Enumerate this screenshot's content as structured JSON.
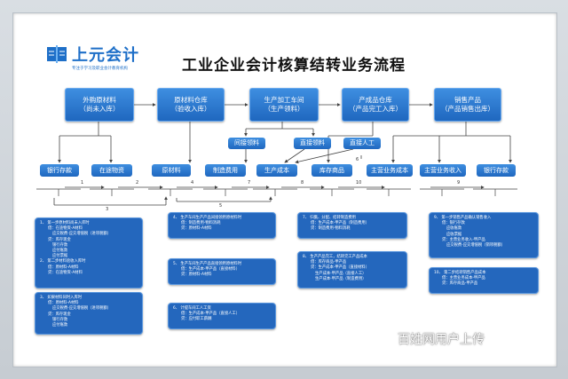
{
  "logo": {
    "name": "上元会计",
    "tagline": "专注于学习及职业会计教育机构"
  },
  "title": "工业企业会计核算结转业务流程",
  "top_boxes": [
    {
      "line1": "外购原材料",
      "line2": "（尚未入库）"
    },
    {
      "line1": "原材料仓库",
      "line2": "（验收入库）"
    },
    {
      "line1": "生产加工车间",
      "line2": "（生产领料）"
    },
    {
      "line1": "产成品仓库",
      "line2": "（产品完工入库）"
    },
    {
      "line1": "销售产品",
      "line2": "（产品销售出库）"
    }
  ],
  "mid_boxes": {
    "indirect": "间接领料",
    "direct": "直接领料",
    "labor": "直接人工"
  },
  "accounts": [
    "银行存款",
    "在途物资",
    "原材料",
    "制造费用",
    "生产成本",
    "库存商品",
    "主营业务成本",
    "主营业务收入",
    "银行存款"
  ],
  "flow_numbers": [
    "1",
    "2",
    "3",
    "4",
    "5",
    "7",
    "6",
    "8",
    "10",
    "9"
  ],
  "notes": {
    "n1": {
      "lines": [
        "1、 第一步原材料尚未入库时",
        "借：在途物资-A材料",
        "应交税费-应交增值税（进项税额）",
        "贷：库存现金",
        "银行存款",
        "应付账款",
        "应付票据",
        "2、 第二步材料验收入库时",
        "借：原材料-A材料",
        "贷：在途物资-A材料"
      ]
    },
    "n3": {
      "lines": [
        "3、 如果材料同时入库时",
        "借：原材料-A材料",
        "应交税费-应交增值税（进项税额）",
        "贷：库存现金",
        "银行存款",
        "应付账款"
      ]
    },
    "n4": {
      "lines": [
        "4、 生产车间生产产品间接领用原材料时",
        "借：制造费用-物料消耗",
        "贷：原材料-A材料"
      ]
    },
    "n5": {
      "lines": [
        "5、 生产车间生产产品直接领用原材料时",
        "借：生产成本-甲产品（直接材料）",
        "贷：原材料-A材料"
      ]
    },
    "n6": {
      "lines": [
        "6、 计提车间工人工资",
        "借：生产成本-甲产品（直接人工）",
        "贷：应付职工薪酬"
      ]
    },
    "n7": {
      "lines": [
        "7、 归集、分配、结转制造费用",
        "借：生产成本-甲产品（制造费用）",
        "贷：制造费用-物料消耗"
      ]
    },
    "n8": {
      "lines": [
        "8、 生产产品完工，结转完工产品成本",
        "借：库存商品-甲产品",
        "贷：生产成本-甲产品（直接材料）",
        "生产成本-甲产品（直接人工）",
        "生产成本-甲产品（制造费用）"
      ]
    },
    "n9": {
      "lines": [
        "9、 第一步销售产品确认销售收入",
        "借：银行存款",
        "应收账款",
        "应收票据",
        "贷：主营业务收入-甲产品",
        "应交税费-应交增值税（销项税额）"
      ]
    },
    "n10": {
      "lines": [
        "10、 第二步结转销售产品成本",
        "借：主营业务成本-甲产品",
        "贷：库存商品-甲产品"
      ]
    }
  },
  "watermark": "百姓网用户上传"
}
